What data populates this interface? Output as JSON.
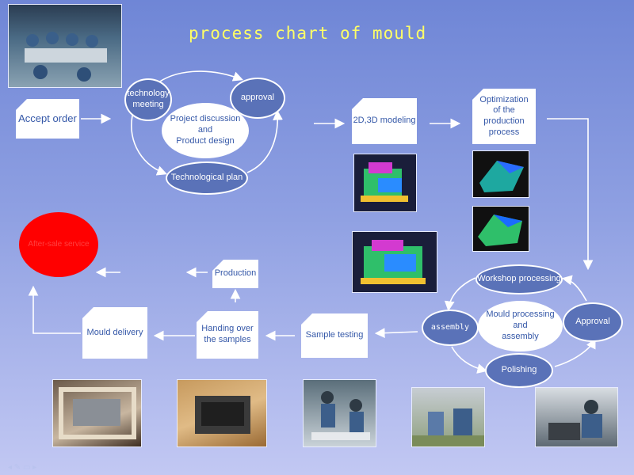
{
  "title": "process chart of mould",
  "steps": {
    "accept_order": "Accept order",
    "technology_meeting": "technology\nmeeting",
    "approval_top": "approval",
    "project_discussion": "Project discussion and\nProduct design",
    "technological_plan": "Technological plan",
    "modeling": "2D,3D modeling",
    "optimization": "Optimization\nof the\nproduction\nprocess",
    "workshop_processing": "Workshop processing",
    "mould_processing": "Mould processing\nand\nassembly",
    "approval_right": "Approval",
    "assembly": "assembly",
    "polishing": "Polishing",
    "sample_testing": "Sample testing",
    "handing_over": "Handing over\nthe samples",
    "mould_delivery": "Mould delivery",
    "production": "Production",
    "after_sale": "After-sale service"
  },
  "colors": {
    "title": "#ffff66",
    "after_sale_fill": "#ff0000",
    "node_blue": "#5a72b8"
  }
}
